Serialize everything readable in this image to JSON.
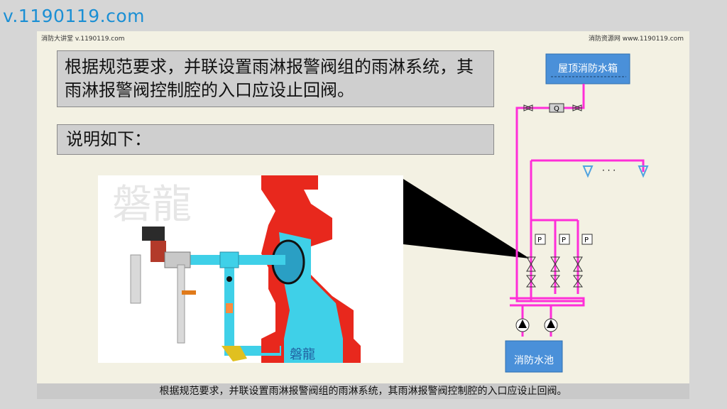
{
  "header": {
    "site_url": "v.1190119.com"
  },
  "slide": {
    "corner_left": "消防大讲堂 v.1190119.com",
    "corner_right": "消防资源网 www.1190119.com",
    "main_text": "根据规范要求，并联设置雨淋报警阀组的雨淋系统，其雨淋报警阀控制腔的入口应设止回阀。",
    "explain_heading": "说明如下：",
    "illustration_watermark": "磐龍",
    "illustration_mark": "磐龍",
    "schematic": {
      "roof_tank_label": "屋顶消防水箱",
      "pool_label": "消防水池",
      "check_valve_symbol": "Q",
      "pressure_switch_symbol": "P",
      "ellipsis": "· · ·"
    }
  },
  "caption": "根据规范要求，并联设置雨淋报警阀组的雨淋系统，其雨淋报警阀控制腔的入口应设止回阀。",
  "colors": {
    "pipe": "#ff2ed8",
    "water": "#3fd0e8",
    "valve_body": "#e8281d",
    "tank": "#4a90d9"
  }
}
